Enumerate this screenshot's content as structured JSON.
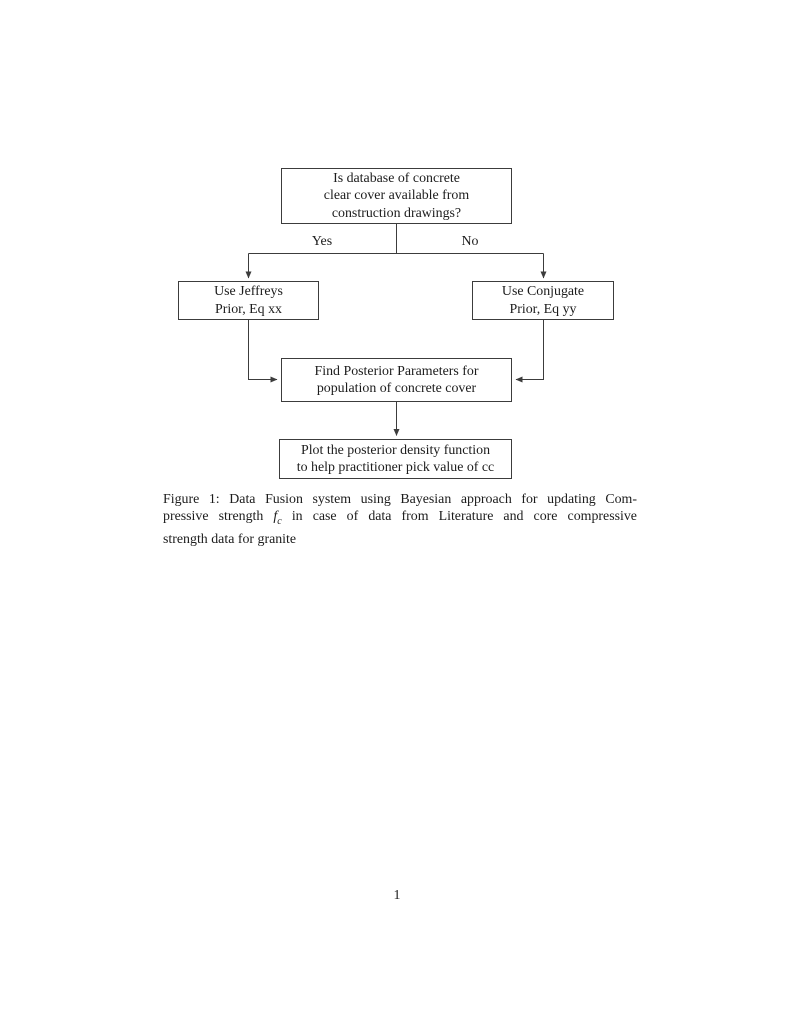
{
  "flowchart": {
    "nodes": {
      "question": {
        "lines": [
          "Is database of concrete",
          "clear cover available from",
          "construction drawings?"
        ]
      },
      "jeffreys": {
        "lines": [
          "Use Jeffreys",
          "Prior, Eq xx"
        ]
      },
      "conjugate": {
        "lines": [
          "Use Conjugate",
          "Prior, Eq yy"
        ]
      },
      "posterior": {
        "lines": [
          "Find Posterior Parameters for",
          "population of concrete cover"
        ]
      },
      "plot": {
        "lines": [
          "Plot the posterior density function",
          "to help practitioner pick value of cc"
        ]
      }
    },
    "edge_labels": {
      "yes": "Yes",
      "no": "No"
    }
  },
  "caption": {
    "line1": "Figure 1: Data Fusion system using Bayesian approach for updating Com-",
    "line2_pre": "pressive strength",
    "math_symbol": "f",
    "math_subscript": "c",
    "line2_post": "in case of data from Literature and core compressive",
    "line3": "strength data for granite"
  },
  "page": {
    "number": "1"
  },
  "colors": {
    "ink": "#1c1c1c",
    "line": "#3c3c3c",
    "background": "#ffffff"
  }
}
